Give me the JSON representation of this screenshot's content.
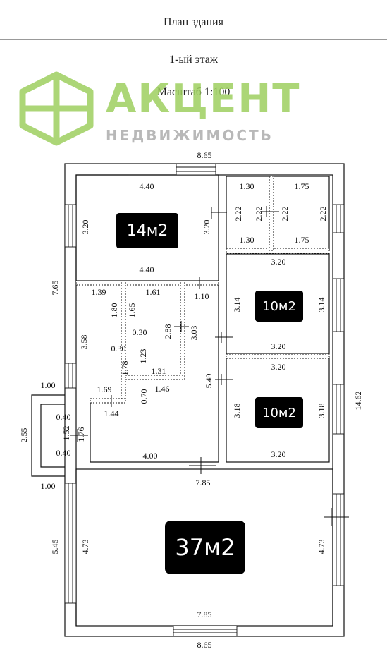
{
  "header": {
    "title": "План здания",
    "floor": "1-ый этаж",
    "scale": "Масштаб 1:100"
  },
  "watermark": {
    "brand": "АКЦЕНТ",
    "tagline": "НЕДВИЖИМОСТЬ",
    "color": "#9ed060"
  },
  "areas": {
    "room_a": "14м2",
    "room_b": "10м2",
    "room_c": "10м2",
    "room_d": "37м2"
  },
  "dims": {
    "top_width": "8.65",
    "bottom_width": "8.65",
    "r1_top": "4.40",
    "r1_left": "3.20",
    "r1_right": "3.20",
    "r1_bottom": "4.40",
    "s1_top": "1.30",
    "s2_top": "1.75",
    "s1_left": "2.22",
    "s1_right": "2.22",
    "s2_left": "2.22",
    "s2_right": "2.22",
    "s1_bottom": "1.30",
    "s2_bottom": "1.75",
    "r2_top": "3.20",
    "r2_left": "3.14",
    "r2_right": "3.14",
    "r2_bottom": "3.20",
    "r3_top": "3.20",
    "r3_left": "3.18",
    "r3_right": "3.18",
    "r3_bottom": "3.20",
    "left_upper": "7.65",
    "right_total": "14.62",
    "w139": "1.39",
    "w161": "1.61",
    "w110": "1.10",
    "w180": "1.80",
    "w165": "1.65",
    "w030a": "0.30",
    "w030b": "0.30",
    "w288": "2.88",
    "w303": "3.03",
    "w358": "3.58",
    "w123": "1.23",
    "w178": "1.78",
    "w131": "1.31",
    "w549": "5.49",
    "w100a": "1.00",
    "w169": "1.69",
    "w070": "0.70",
    "w146": "1.46",
    "w144": "1.44",
    "w040a": "0.40",
    "w152": "1.52",
    "w040b": "0.40",
    "w176": "1.76",
    "w255": "2.55",
    "w400": "4.00",
    "w100b": "1.00",
    "big_top": "7.85",
    "big_left_outer": "5.45",
    "big_left": "4.73",
    "big_right": "4.73",
    "big_bottom": "7.85"
  }
}
